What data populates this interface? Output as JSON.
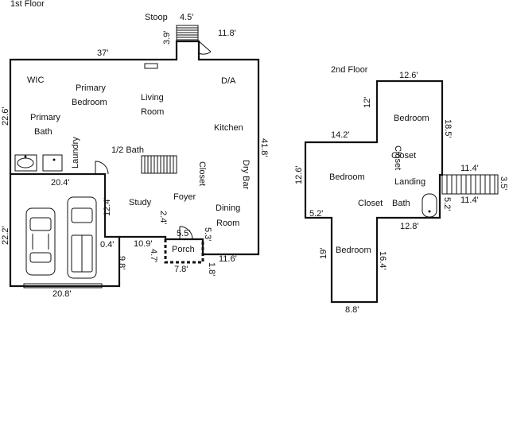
{
  "floors": {
    "first": {
      "title": "1st Floor",
      "rooms": {
        "stoop": "Stoop",
        "wic": "WIC",
        "primary_bedroom_1": "Primary",
        "primary_bedroom_2": "Bedroom",
        "living_1": "Living",
        "living_2": "Room",
        "da": "D/A",
        "primary_bath_1": "Primary",
        "primary_bath_2": "Bath",
        "kitchen": "Kitchen",
        "laundry": "Laundry",
        "half_bath": "1/2 Bath",
        "closet": "Closet",
        "dry_bar": "Dry Bar",
        "study": "Study",
        "foyer": "Foyer",
        "dining_1": "Dining",
        "dining_2": "Room",
        "porch": "Porch"
      },
      "dimensions": {
        "stoop_w": "4.5'",
        "stoop_h": "3.9'",
        "top_right": "11.8'",
        "top_left": "37'",
        "left": "22.6'",
        "right": "41.8'",
        "garage_top": "20.4'",
        "garage_left": "22.2'",
        "garage_right": "12.4'",
        "notch": "0.4'",
        "garage_step": "9.8'",
        "garage_bottom": "20.8'",
        "study_bottom": "10.9'",
        "porch_side": "2.4'",
        "porch_top": "5.5'",
        "porch_right": "5.3'",
        "porch_left": "4.7'",
        "porch_bottom": "7.8'",
        "porch_step": "1.8'",
        "dining_bottom": "11.6'"
      }
    },
    "second": {
      "title": "2nd Floor",
      "rooms": {
        "bedroom_ne": "Bedroom",
        "closet_label": "Closet",
        "closet_rotated": "Closet",
        "bedroom_w": "Bedroom",
        "landing": "Landing",
        "closet_s": "Closet",
        "bath": "Bath",
        "bedroom_s": "Bedroom"
      },
      "dimensions": {
        "top": "12.6'",
        "inner_12": "12'",
        "right_top": "18.5'",
        "mid_top": "14.2'",
        "left": "12.6'",
        "stair_top": "11.4'",
        "stair_end": "3.5'",
        "stair_bottom": "11.4'",
        "bath_side": "5.2'",
        "left_step": "5.2'",
        "mid_bottom": "12.8'",
        "south_left": "19'",
        "south_right": "16.4'",
        "south_bottom": "8.8'"
      }
    }
  }
}
